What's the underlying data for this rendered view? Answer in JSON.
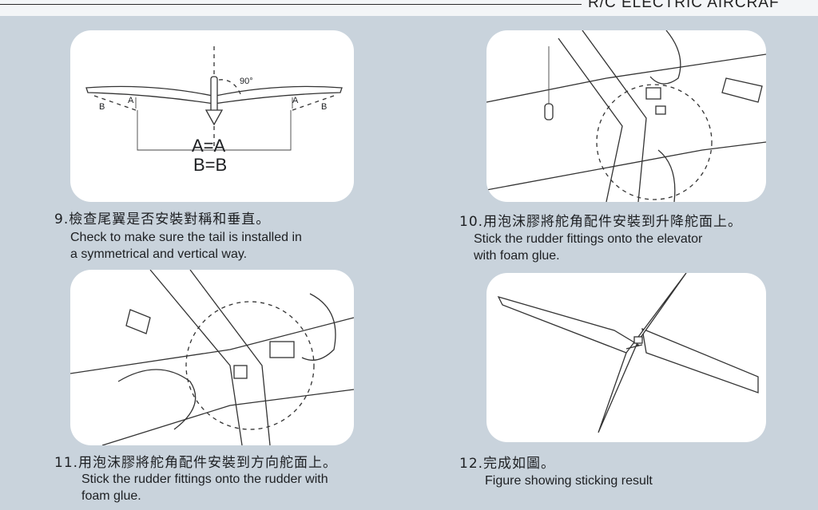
{
  "header": {
    "title": "R/C ELECTRIC AIRCRAF"
  },
  "steps": [
    {
      "zh": "9.檢查尾翼是否安裝對稱和垂直。",
      "en_lines": [
        "Check to make sure the tail is installed in",
        "a symmetrical and vertical way."
      ],
      "figure": {
        "angle_label": "90°",
        "label_a": "A",
        "label_b": "B",
        "eq1": "A=A",
        "eq2": "B=B"
      }
    },
    {
      "zh": "10.用泡沫膠將舵角配件安裝到升降舵面上。",
      "en_lines": [
        "Stick the rudder fittings onto the elevator",
        "with foam glue."
      ]
    },
    {
      "zh": "11.用泡沫膠將舵角配件安裝到方向舵面上。",
      "en_lines": [
        "Stick the rudder fittings onto the rudder with",
        "foam glue."
      ]
    },
    {
      "zh": "12.完成如圖。",
      "en_lines": [
        "Figure showing sticking result"
      ]
    }
  ]
}
